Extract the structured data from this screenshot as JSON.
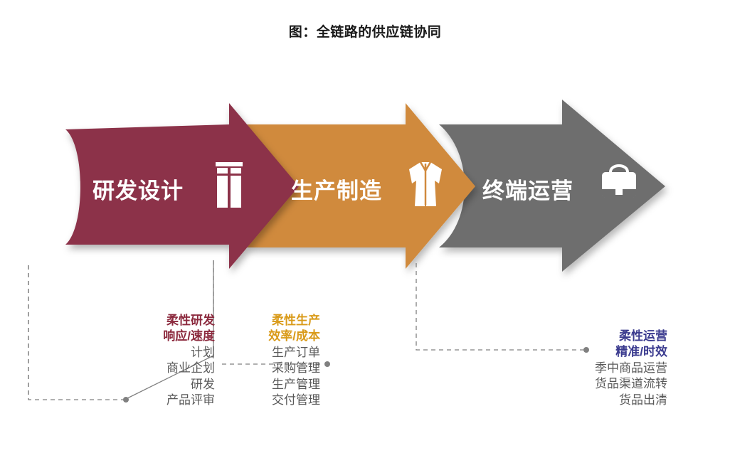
{
  "title": "图：全链路的供应链协同",
  "stages": [
    {
      "id": "design",
      "label": "研发设计",
      "color": "#8c3249",
      "icon": "pants-icon"
    },
    {
      "id": "manufacture",
      "label": "生产制造",
      "color": "#d08a3e",
      "icon": "jacket-icon"
    },
    {
      "id": "retail",
      "label": "终端运营",
      "color": "#6e6e6e",
      "icon": "handbag-icon"
    }
  ],
  "notes": [
    {
      "id": "rd",
      "heading_line1": "柔性研发",
      "heading_line2": "响应/速度",
      "heading_color": "#8c2a3e",
      "items": [
        "计划",
        "商业企划",
        "研发",
        "产品评审"
      ]
    },
    {
      "id": "prod",
      "heading_line1": "柔性生产",
      "heading_line2": "效率/成本",
      "heading_color": "#d99a18",
      "items": [
        "生产订单",
        "采购管理",
        "生产管理",
        "交付管理"
      ]
    },
    {
      "id": "ops",
      "heading_line1": "柔性运营",
      "heading_line2": "精准/时效",
      "heading_color": "#3b3b8f",
      "items": [
        "季中商品运营",
        "货品渠道流转",
        "货品出清"
      ]
    }
  ]
}
